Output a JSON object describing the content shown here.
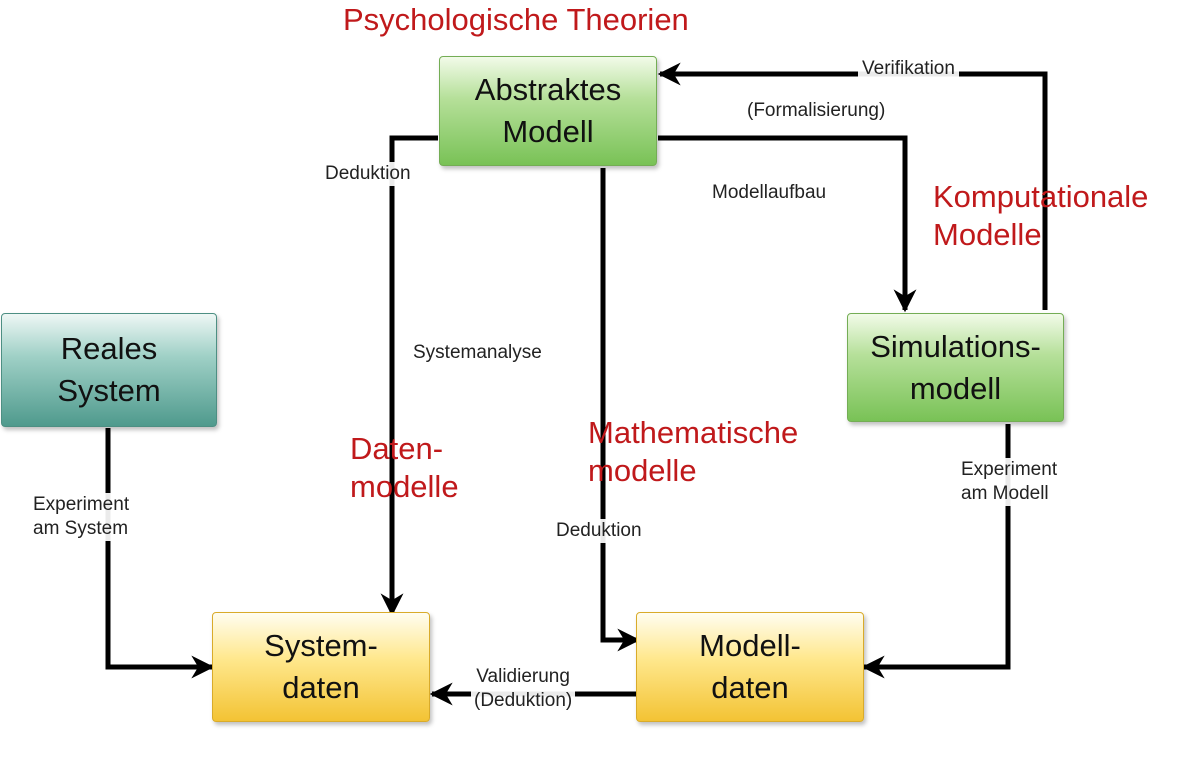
{
  "nodes": {
    "abstraktes_modell": "Abstraktes\nModell",
    "reales_system": "Reales\nSystem",
    "simulationsmodell": "Simulations-\nmodell",
    "systemdaten": "System-\ndaten",
    "modelldaten": "Modell-\ndaten"
  },
  "categories": {
    "psychologische_theorien": "Psychologische Theorien",
    "komputationale_modelle": "Komputationale\nModelle",
    "datenmodelle": "Daten-\nmodelle",
    "mathematische_modelle": "Mathematische\nmodelle"
  },
  "edge_labels": {
    "verifikation": "Verifikation",
    "formalisierung": "(Formalisierung)",
    "modellaufbau": "Modellaufbau",
    "deduktion_left": "Deduktion",
    "systemanalyse": "Systemanalyse",
    "deduktion_center": "Deduktion",
    "experiment_system": "Experiment\nam System",
    "experiment_modell": "Experiment\nam Modell",
    "validierung": "Validierung\n(Deduktion)"
  },
  "colors": {
    "category_text": "#c0191b",
    "green_node": "#79c256",
    "teal_node": "#4f9a8d",
    "yellow_node": "#f3c334",
    "arrow": "#000000"
  }
}
